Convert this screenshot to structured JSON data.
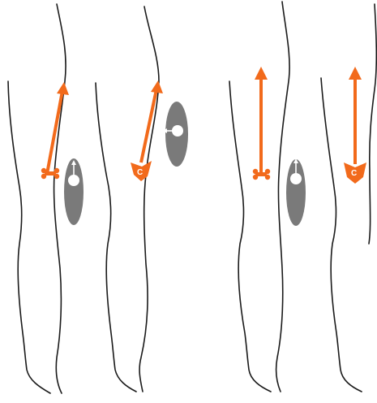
{
  "colors": {
    "arrow": "#f26a1b",
    "pad": "#7a7a7a",
    "pad_marker": "#ffffff",
    "outline": "#1a1a1a",
    "background": "#ffffff"
  },
  "panels": [
    {
      "id": "panel-1",
      "vector": "oblique",
      "end_cap": "bone-icon",
      "pad_side": "lateral-below",
      "pad_marker": "up-arrow"
    },
    {
      "id": "panel-2",
      "vector": "oblique",
      "end_cap": "chevron-c-icon",
      "pad_side": "behind-right",
      "pad_marker": "left-arrow"
    },
    {
      "id": "panel-3",
      "vector": "vertical",
      "end_cap": "bone-icon",
      "pad_side": "lateral-right",
      "pad_marker": "up-arrow"
    },
    {
      "id": "panel-4",
      "vector": "vertical",
      "end_cap": "chevron-c-icon",
      "pad_side": "none",
      "pad_marker": "none"
    }
  ],
  "labels": {
    "chevron_letter": "C"
  }
}
